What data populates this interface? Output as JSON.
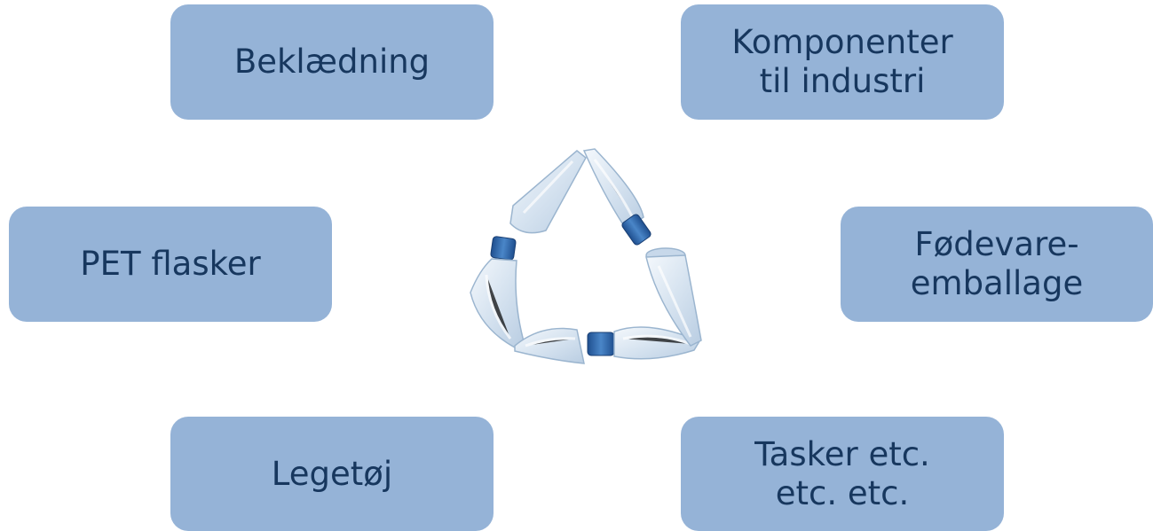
{
  "boxes": {
    "beklaedning": {
      "lines": [
        "Beklædning"
      ]
    },
    "komponenter": {
      "lines": [
        "Komponenter",
        "til industri"
      ]
    },
    "pet": {
      "lines": [
        "PET flasker"
      ]
    },
    "fodevare": {
      "lines": [
        "Fødevare-",
        "emballage"
      ]
    },
    "legetoj": {
      "lines": [
        "Legetøj"
      ]
    },
    "tasker": {
      "lines": [
        "Tasker etc.",
        "etc. etc."
      ]
    }
  },
  "colors": {
    "box_fill": "#95b3d7",
    "box_text": "#17375e",
    "bottle_body": "#dfe9f3",
    "bottle_cap": "#2f63a8"
  },
  "illustration": {
    "icon": "recycle-bottles-icon"
  }
}
